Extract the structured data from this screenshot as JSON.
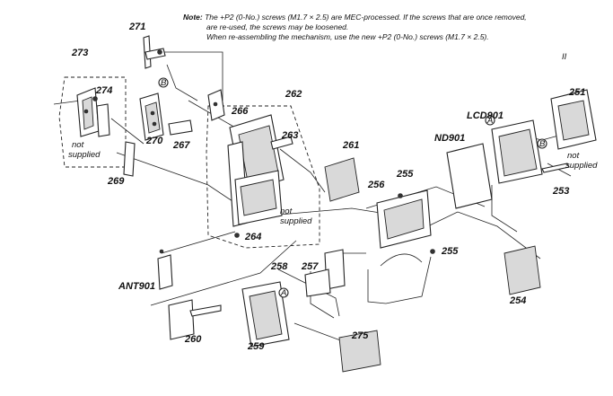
{
  "note": {
    "label": "Note:",
    "line1": "The +P2 (0-No.) screws (M1.7 × 2.5) are MEC-processed. If the screws that are once removed,",
    "line2": "are re-used, the screws may be loosened.",
    "line3": "When re-assembling the mechanism, use the new +P2 (0-No.) screws (M1.7 × 2.5)."
  },
  "corner_mark": "II",
  "parts": {
    "p251": "251",
    "p253": "253",
    "p254": "254",
    "p255a": "255",
    "p255b": "255",
    "p256": "256",
    "p257": "257",
    "p258": "258",
    "p259": "259",
    "p260": "260",
    "p261": "261",
    "p262": "262",
    "p263": "263",
    "p264": "264",
    "p266": "266",
    "p267": "267",
    "p269": "269",
    "p270": "270",
    "p271": "271",
    "p273": "273",
    "p274": "274",
    "p275": "275",
    "lcd": "LCD901",
    "nd": "ND901",
    "ant": "ANT901"
  },
  "callouts": {
    "a1": "A",
    "a2": "A",
    "b1": "B",
    "b2": "B"
  },
  "not_supplied": {
    "left": [
      "not",
      "supplied"
    ],
    "center": [
      "not",
      "supplied"
    ],
    "right": [
      "not",
      "supplied"
    ]
  }
}
